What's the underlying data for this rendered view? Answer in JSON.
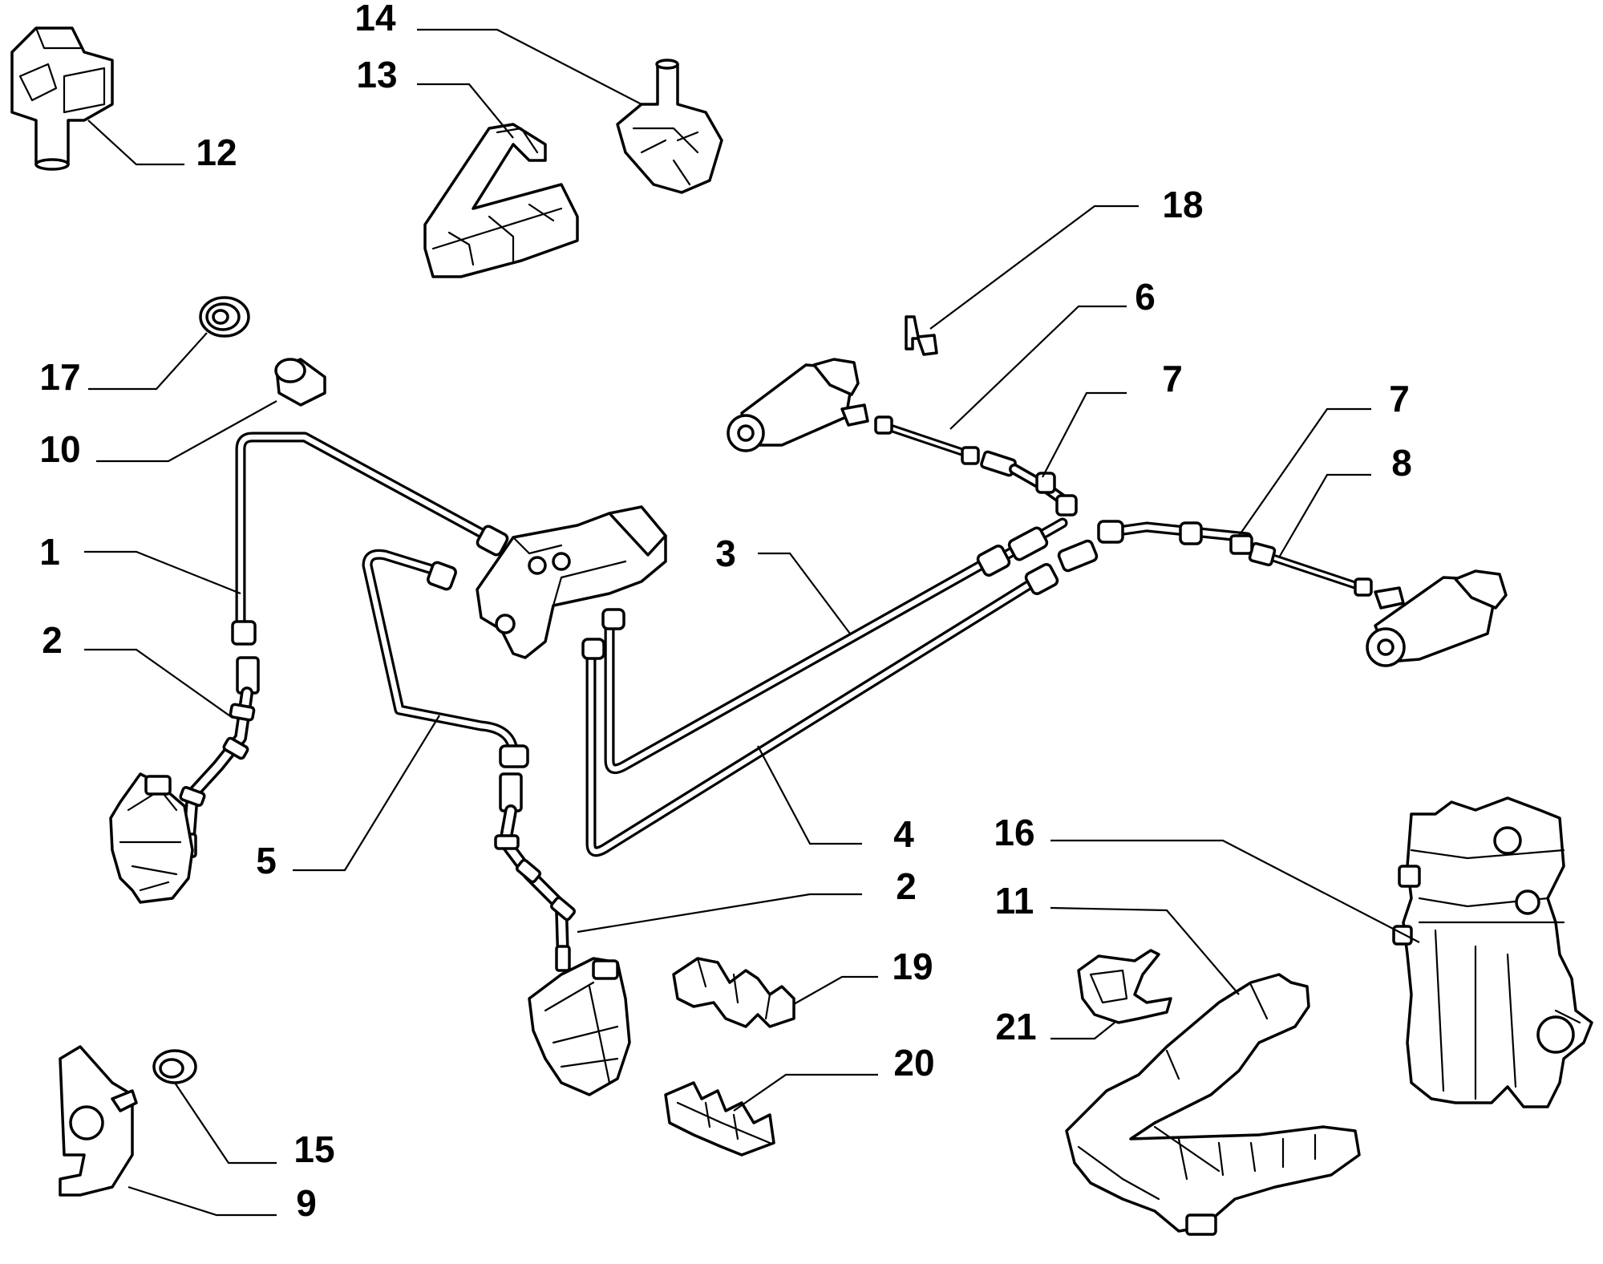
{
  "diagram": {
    "callouts": [
      {
        "id": "c1",
        "label": "1"
      },
      {
        "id": "c2a",
        "label": "2"
      },
      {
        "id": "c2b",
        "label": "2"
      },
      {
        "id": "c3",
        "label": "3"
      },
      {
        "id": "c4",
        "label": "4"
      },
      {
        "id": "c5",
        "label": "5"
      },
      {
        "id": "c6",
        "label": "6"
      },
      {
        "id": "c7a",
        "label": "7"
      },
      {
        "id": "c7b",
        "label": "7"
      },
      {
        "id": "c8",
        "label": "8"
      },
      {
        "id": "c9",
        "label": "9"
      },
      {
        "id": "c10",
        "label": "10"
      },
      {
        "id": "c11",
        "label": "11"
      },
      {
        "id": "c12",
        "label": "12"
      },
      {
        "id": "c13",
        "label": "13"
      },
      {
        "id": "c14",
        "label": "14"
      },
      {
        "id": "c15",
        "label": "15"
      },
      {
        "id": "c16",
        "label": "16"
      },
      {
        "id": "c17",
        "label": "17"
      },
      {
        "id": "c18",
        "label": "18"
      },
      {
        "id": "c19",
        "label": "19"
      },
      {
        "id": "c20",
        "label": "20"
      },
      {
        "id": "c21",
        "label": "21"
      }
    ]
  }
}
